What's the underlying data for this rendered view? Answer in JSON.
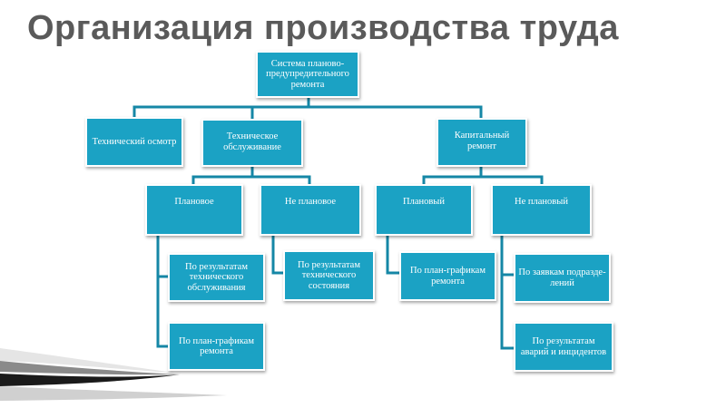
{
  "title": "Организация производства труда",
  "diagram": {
    "root": "Система планово-предупредительного ремонта",
    "inspection": "Технический осмотр",
    "maintenance": "Техническое обслуживание",
    "capital_repair": "Капитальный ремонт",
    "maint_planned": "Плановое",
    "maint_unplanned": "Не плановое",
    "cap_planned": "Плановый",
    "cap_unplanned": "Не плановый",
    "maint_planned_by_results": "По результатам технического обслуживания",
    "maint_planned_by_schedule": "По план-графикам ремонта",
    "maint_unplanned_by_state": "По результатам технического состояния",
    "cap_planned_by_schedule": "По план-графикам ремонта",
    "cap_unplanned_by_requests": "По заявкам подразде-лений",
    "cap_unplanned_by_accidents": "По результатам аварий и инцидентов"
  },
  "colors": {
    "box_fill": "#1ba2c4",
    "connector": "#1587a6",
    "title_text": "#5a5a5a"
  }
}
